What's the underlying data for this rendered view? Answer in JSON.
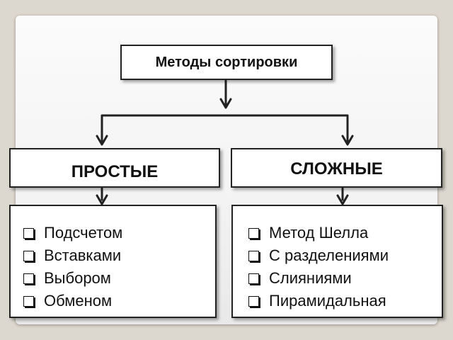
{
  "title": "Методы сортировки",
  "left": {
    "heading": "ПРОСТЫЕ",
    "items": [
      "Подсчетом",
      "Вставками",
      "Выбором",
      "Обменом"
    ]
  },
  "right": {
    "heading": "СЛОЖНЫЕ",
    "items": [
      "Метод Шелла",
      "С разделениями",
      "Слияниями",
      "Пирамидальная"
    ]
  },
  "colors": {
    "background": "#ddd8cf",
    "box_border": "#222222",
    "text": "#111111"
  },
  "icons": {
    "bullet": "square-bullet-icon",
    "arrow": "arrow-down-icon"
  }
}
